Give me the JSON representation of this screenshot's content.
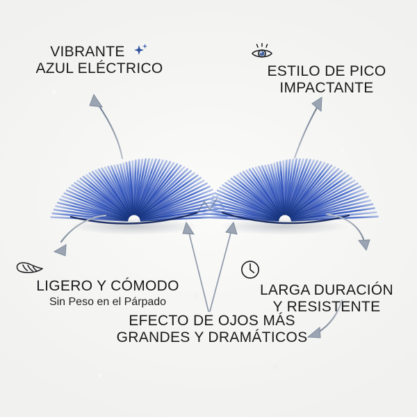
{
  "background_color": "#f4f4f2",
  "accent_blue": "#2c52b8",
  "lash_blue": "#2a50bd",
  "lash_blue_dark": "#16307e",
  "lash_blue_light": "#8ea5dd",
  "arrow_color": "#8c98a8",
  "text_color": "#19191b",
  "product": {
    "name": "lashes-photo",
    "alt": "Par de pestañas postizas azul eléctrico"
  },
  "callouts": {
    "top_left": {
      "icon": "sparkle-icon",
      "line1": "VIBRANTE",
      "line2": "AZUL ELÉCTRICO"
    },
    "top_right": {
      "icon": "eye-icon",
      "line1": "ESTILO DE PICO",
      "line2": "IMPACTANTE"
    },
    "bottom_left": {
      "icon": "feather-icon",
      "line1": "LIGERO Y CÓMODO",
      "subtitle": "Sin Peso en el Párpado"
    },
    "bottom_right": {
      "icon": "clock-icon",
      "line1": "LARGA DURACIÓN",
      "line2": "Y RESISTENTE"
    },
    "bottom_center": {
      "line1": "EFECTO DE OJOS MÁS",
      "line2": "GRANDES Y DRAMÁTICOS"
    }
  },
  "arrows": [
    {
      "name": "arrow-top-left",
      "from": "top-left-callout",
      "to": "lashes-left"
    },
    {
      "name": "arrow-top-right",
      "from": "top-right-callout",
      "to": "lashes-right"
    },
    {
      "name": "arrow-bottom-left",
      "from": "lashes-left",
      "to": "bottom-left-callout"
    },
    {
      "name": "arrow-bottom-right",
      "from": "lashes-right",
      "to": "bottom-right-callout"
    },
    {
      "name": "arrow-center-left",
      "from": "bottom-center-callout",
      "to": "lashes-left-band"
    },
    {
      "name": "arrow-center-right",
      "from": "bottom-center-callout",
      "to": "lashes-right-band"
    },
    {
      "name": "arrow-right-lower",
      "from": "bottom-right-callout",
      "to": "bottom-center-callout"
    }
  ]
}
